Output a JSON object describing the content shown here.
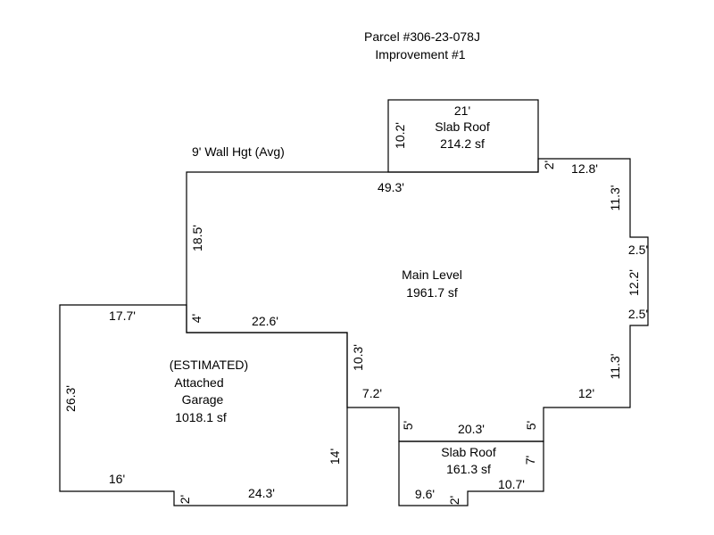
{
  "header": {
    "parcel": "Parcel #306-23-078J",
    "improvement": "Improvement #1"
  },
  "wall_height": "9' Wall Hgt (Avg)",
  "areas": {
    "main": {
      "name": "Main Level",
      "area": "1961.7 sf"
    },
    "slab_top": {
      "name": "Slab Roof",
      "area": "214.2 sf"
    },
    "slab_bottom": {
      "name": "Slab Roof",
      "area": "161.3 sf"
    },
    "garage": {
      "estimated": "(ESTIMATED)",
      "line1": "Attached",
      "line2": "Garage",
      "area": "1018.1 sf"
    }
  },
  "dimensions": {
    "slab_top_width": "21'",
    "slab_top_height": "10.2'",
    "main_top": "49.3'",
    "main_left": "18.5'",
    "right_step_2a": "2'",
    "right_12_8": "12.8'",
    "right_11_3_top": "11.3'",
    "right_2_5_top": "2.5'",
    "right_12_2": "12.2'",
    "right_2_5_bottom": "2.5'",
    "right_11_3_bottom": "11.3'",
    "right_12": "12'",
    "right_5": "5'",
    "bottom_20_3": "20.3'",
    "bottom_5_left": "5'",
    "step_7_2": "7.2'",
    "step_10_3": "10.3'",
    "step_22_6": "22.6'",
    "step_4": "4'",
    "garage_top": "17.7'",
    "garage_left": "26.3'",
    "garage_bottom_left": "16'",
    "garage_step_2": "2'",
    "garage_bottom": "24.3'",
    "garage_right": "14'",
    "slab_bottom_right": "7'",
    "slab_bottom_10_7": "10.7'",
    "slab_bottom_9_6": "9.6'",
    "slab_bottom_2": "2'"
  }
}
